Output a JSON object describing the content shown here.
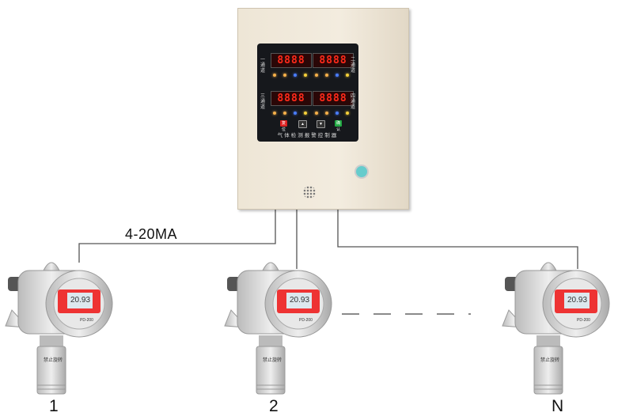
{
  "controller": {
    "title": "气体检测报警控制器",
    "channels": [
      {
        "label": "一通道",
        "display": "8888"
      },
      {
        "label": "二通道",
        "display": "8888"
      },
      {
        "label": "三通道",
        "display": "8888"
      },
      {
        "label": "四通道",
        "display": "8888"
      }
    ],
    "buttons": [
      "复位",
      "▲",
      "▼",
      "确认"
    ]
  },
  "signal_label": "4-20MA",
  "detectors": [
    {
      "label": "1",
      "reading": "20.93",
      "model": "PD-200",
      "sensor_label": "禁止旋转"
    },
    {
      "label": "2",
      "reading": "20.93",
      "model": "PD-200",
      "sensor_label": "禁止旋转"
    },
    {
      "label": "N",
      "reading": "20.93",
      "model": "PD-200",
      "sensor_label": "禁止旋转"
    }
  ]
}
